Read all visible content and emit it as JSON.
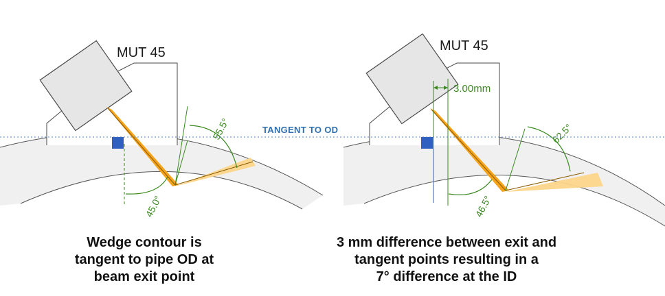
{
  "tangent_label": "TANGENT TO OD",
  "left": {
    "probe_label": "MUT 45",
    "refracted_angle_label": "55.5°",
    "id_angle_label": "45.0°",
    "caption_lines": [
      "Wedge contour is",
      "tangent to pipe OD at",
      "beam exit point"
    ]
  },
  "right": {
    "probe_label": "MUT 45",
    "offset_label": "3.00mm",
    "refracted_angle_label": "62.5°",
    "id_angle_label": "46.5°",
    "caption_lines": [
      "3 mm difference between exit and",
      "tangent points resulting in a",
      "7° difference at the ID"
    ]
  },
  "colors": {
    "beam": "#f5a31a",
    "beam_light": "#fbd58a",
    "dimension": "#3a8a1f",
    "tangent_line": "#4a7fc1",
    "exit_marker": "#2f5fbf",
    "pipe_wall": "#f0f0f0",
    "wedge_outline": "#4a4a4a",
    "probe_fill": "#e6e6e6"
  }
}
